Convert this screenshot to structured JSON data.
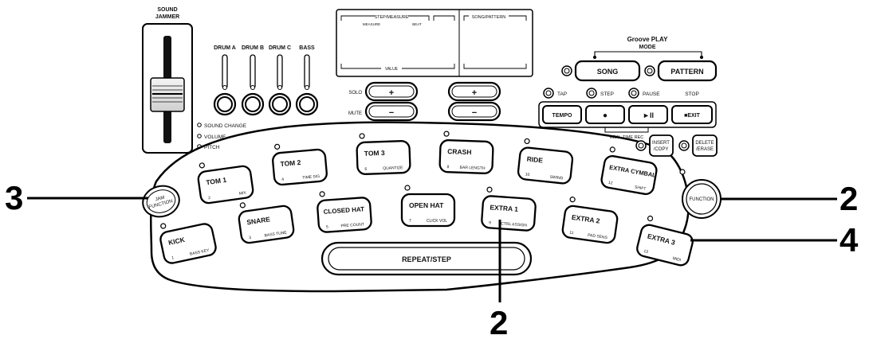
{
  "sound_jammer": {
    "label_line1": "SOUND",
    "label_line2": "JAMMER"
  },
  "sliders": [
    {
      "label": "DRUM A"
    },
    {
      "label": "DRUM B"
    },
    {
      "label": "DRUM C"
    },
    {
      "label": "BASS"
    }
  ],
  "led_legend": [
    "SOUND CHANGE",
    "VOLUME",
    "PITCH"
  ],
  "display": {
    "step_measure": "STEP/MEASURE",
    "measure": "MEASURE",
    "beat": "BEAT",
    "song_pattern": "SONG/PATTERN",
    "value": "VALUE"
  },
  "solo_mute": {
    "solo_label": "SOLO",
    "mute_label": "MUTE",
    "plus": "+",
    "minus": "−"
  },
  "groove_play": {
    "line1": "Groove PLAY",
    "line2": "MODE"
  },
  "mode_buttons": {
    "song": "SONG",
    "pattern": "PATTERN"
  },
  "transport": {
    "tap": "TAP",
    "step": "STEP",
    "pause": "PAUSE",
    "stop": "STOP",
    "tempo": "TEMPO",
    "rec_symbol": "●",
    "play_symbol": "►II",
    "exit": "■EXIT",
    "realtime_rec": "REAL-TIME REC"
  },
  "edit_buttons": {
    "insert_l1": "INSERT",
    "insert_l2": "/COPY",
    "delete_l1": "DELETE",
    "delete_l2": "/ERASE"
  },
  "jam_function": {
    "line1": "JAM",
    "line2": "FUNCTION"
  },
  "function_button": "FUNCTION",
  "repeat_step": "REPEAT/STEP",
  "pads": [
    {
      "name": "TOM 1",
      "num": "2",
      "sub": "MIX"
    },
    {
      "name": "TOM 2",
      "num": "4",
      "sub": "TIME SIG"
    },
    {
      "name": "TOM 3",
      "num": "6",
      "sub": "QUANTIZE"
    },
    {
      "name": "CRASH",
      "num": "8",
      "sub": "BAR LENGTH"
    },
    {
      "name": "RIDE",
      "num": "10",
      "sub": "SWING"
    },
    {
      "name": "EXTRA CYMBAL",
      "num": "12",
      "sub": "SHIFT"
    },
    {
      "name": "KICK",
      "num": "1",
      "sub": "BASS KEY"
    },
    {
      "name": "SNARE",
      "num": "3",
      "sub": "BASS TUNE"
    },
    {
      "name": "CLOSED HAT",
      "num": "5",
      "sub": "PRE COUNT"
    },
    {
      "name": "OPEN HAT",
      "num": "7",
      "sub": "CLICK VOL"
    },
    {
      "name": "EXTRA 1",
      "num": "9",
      "sub": "CTRL ASSIGN"
    },
    {
      "name": "EXTRA 2",
      "num": "11",
      "sub": "PAD SENS"
    },
    {
      "name": "EXTRA 3",
      "num": "13",
      "sub": "MIDI"
    }
  ],
  "callouts": {
    "left": "3",
    "right_upper": "2",
    "right_lower": "4",
    "bottom": "2"
  }
}
